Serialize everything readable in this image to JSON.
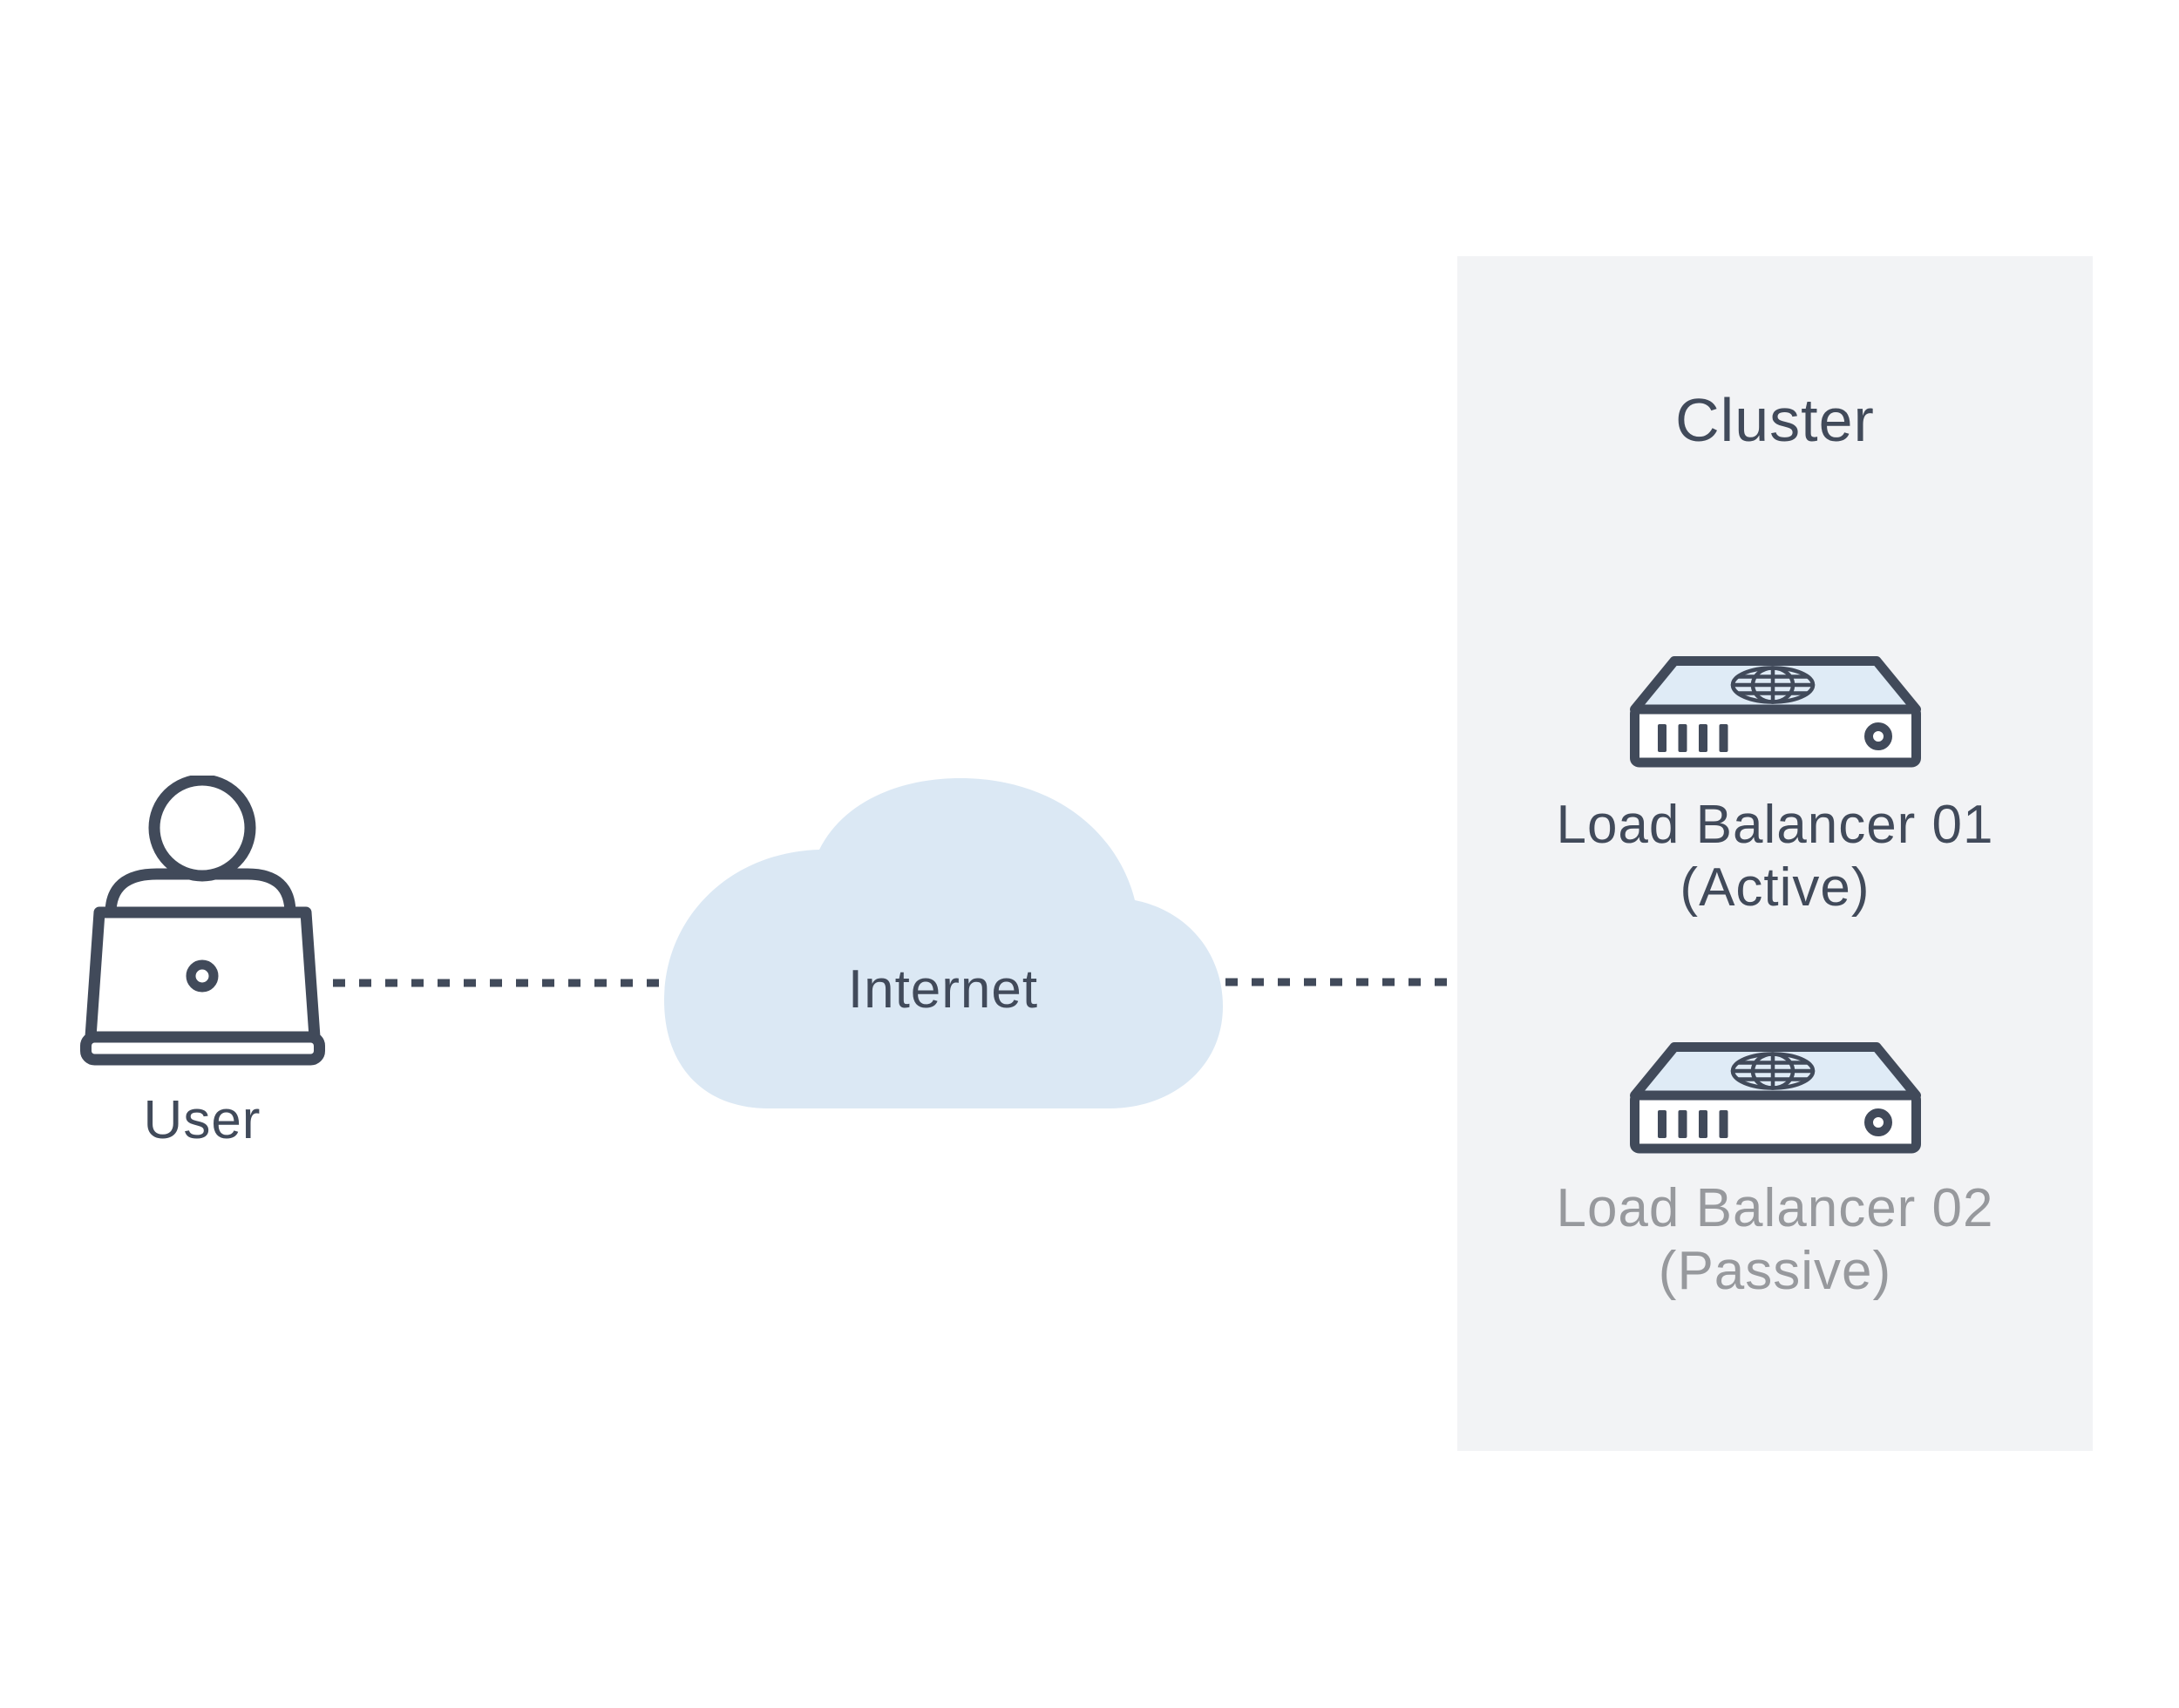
{
  "diagram": {
    "user": {
      "label": "User"
    },
    "internet": {
      "label": "Internet"
    },
    "cluster": {
      "title": "Cluster",
      "load_balancers": [
        {
          "name": "Load Balancer 01",
          "state": "(Active)",
          "status": "active"
        },
        {
          "name": "Load Balancer 02",
          "state": "(Passive)",
          "status": "passive"
        }
      ]
    },
    "connections": [
      {
        "from": "User",
        "to": "Internet",
        "style": "dashed"
      },
      {
        "from": "Internet",
        "to": "Cluster",
        "style": "dashed"
      }
    ]
  },
  "icons": {
    "user": "person-at-laptop-icon",
    "internet": "cloud-icon",
    "load_balancer": "rack-device-with-globe-icon"
  },
  "colors": {
    "ink": "#414a5a",
    "gray_text": "#97999d",
    "cloud_fill": "#dbe8f4",
    "panel_bg": "#f2f3f5",
    "device_top": "#dfebf6",
    "background": "#ffffff"
  }
}
